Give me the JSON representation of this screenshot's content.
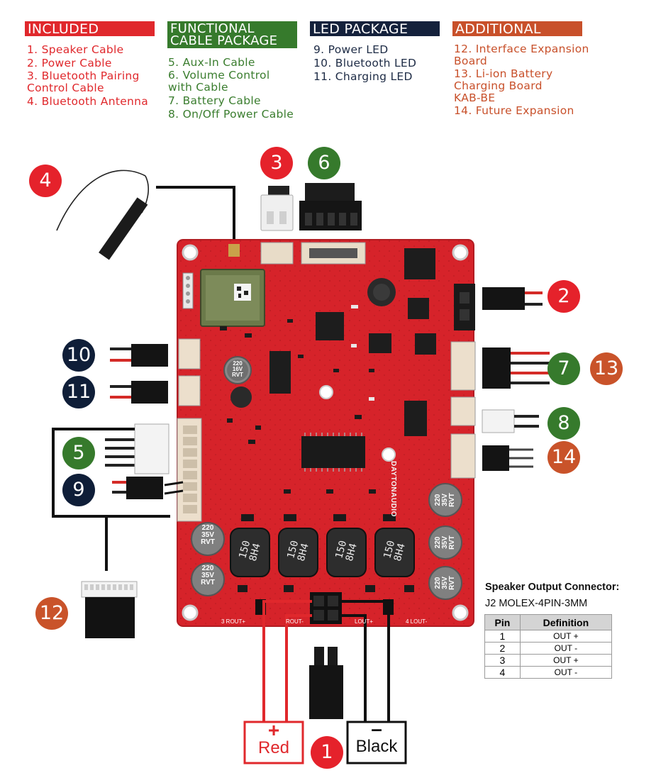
{
  "sections": {
    "included": {
      "title": "INCLUDED",
      "color": "#e0282c",
      "items": [
        "1. Speaker Cable",
        "2. Power Cable",
        "3. Bluetooth Pairing\nControl Cable",
        "4. Bluetooth Antenna"
      ]
    },
    "functional": {
      "title": "FUNCTIONAL CABLE PACKAGE",
      "color": "#3a7d2e",
      "items": [
        "5. Aux-In Cable",
        "6. Volume Control\nwith Cable",
        "7. Battery Cable",
        "8. On/Off Power Cable"
      ]
    },
    "led": {
      "title": "LED PACKAGE",
      "color": "#1d2b45",
      "items": [
        "9. Power LED",
        "10. Bluetooth LED",
        "11. Charging LED"
      ]
    },
    "additional": {
      "title": "ADDITIONAL",
      "color": "#c8502a",
      "items": [
        "12. Interface Expansion\nBoard",
        "13. Li-ion Battery\nCharging Board\nKAB-BE",
        "14. Future Expansion"
      ]
    }
  },
  "badges": {
    "b1": "1",
    "b2": "2",
    "b3": "3",
    "b4": "4",
    "b5": "5",
    "b6": "6",
    "b7": "7",
    "b8": "8",
    "b9": "9",
    "b10": "10",
    "b11": "11",
    "b12": "12",
    "b13": "13",
    "b14": "14"
  },
  "board": {
    "brand": "DAYTONAUDIO",
    "inductor_label_a": "150",
    "inductor_label_b": "8H4",
    "capacitor_label_a": "220",
    "capacitor_label_b": "35V",
    "capacitor_label_c": "RVT",
    "capacitor_small_a": "220",
    "capacitor_small_b": "16V",
    "capacitor_small_c": "RVT",
    "silk_rout_plus": "3 ROUT+",
    "silk_rout_minus": "ROUT-",
    "silk_lout_plus": "LOUT+",
    "silk_lout_minus": "4 LOUT-"
  },
  "speaker": {
    "title": "Speaker Output Connector:",
    "subtitle": "J2 MOLEX-4PIN-3MM",
    "headers": [
      "Pin",
      "Definition"
    ],
    "rows": [
      {
        "pin": "1",
        "def": "OUT +"
      },
      {
        "pin": "2",
        "def": "OUT -"
      },
      {
        "pin": "3",
        "def": "OUT +"
      },
      {
        "pin": "4",
        "def": "OUT -"
      }
    ]
  },
  "polarity": {
    "plus_sign": "+",
    "plus_label": "Red",
    "minus_sign": "–",
    "minus_label": "Black"
  }
}
